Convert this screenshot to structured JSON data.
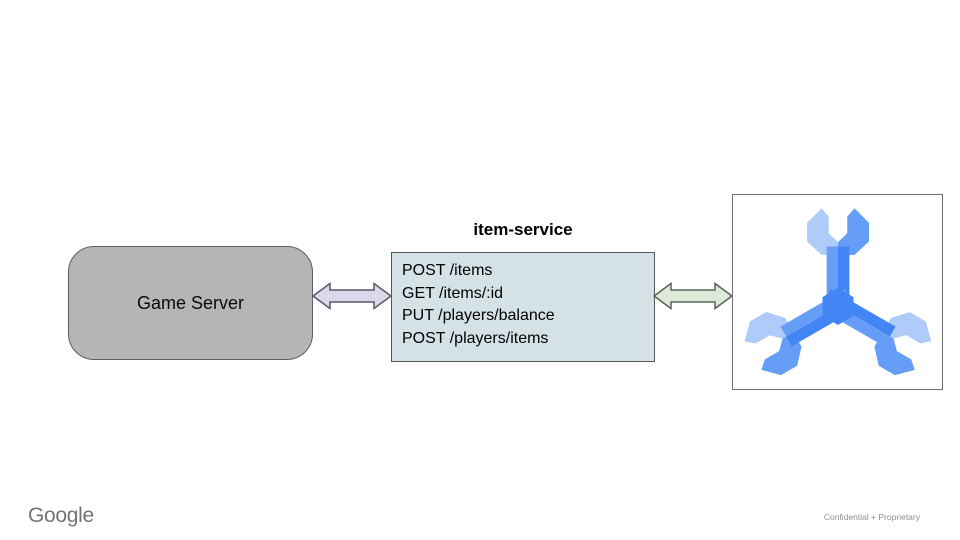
{
  "slide": {
    "background": "#ffffff"
  },
  "diagram": {
    "game_server": {
      "label": "Game Server",
      "fill": "#b5b5b5",
      "border": "#5e5e5e"
    },
    "item_service": {
      "title": "item-service",
      "endpoints": [
        "POST /items",
        "GET /items/:id",
        "PUT /players/balance",
        "POST /players/items"
      ],
      "fill": "#d4e1e5",
      "border": "#54585a"
    },
    "arrow_left": {
      "fill": "#ded8ec",
      "stroke": "#5d5766"
    },
    "arrow_right": {
      "fill": "#dde9d8",
      "stroke": "#5a625a"
    },
    "spanner": {
      "light": "#aecbfa",
      "medium": "#669df6",
      "dark": "#4285f4"
    }
  },
  "footer": {
    "brand": "Google",
    "confidential": "Confidential + Proprietary"
  }
}
